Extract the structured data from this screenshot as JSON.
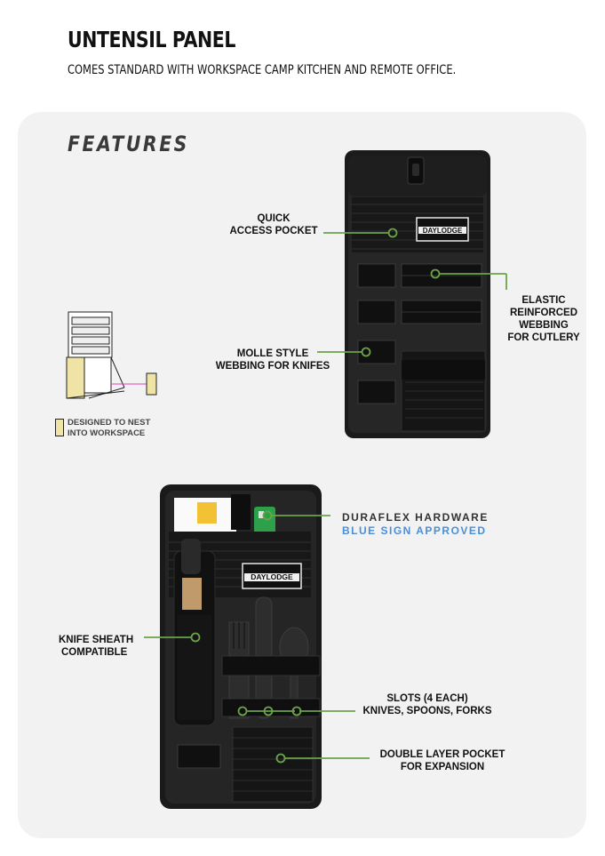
{
  "header": {
    "title": "UNTENSIL PANEL",
    "subtitle": "COMES STANDARD WITH WORKSPACE CAMP KITCHEN AND REMOTE OFFICE."
  },
  "features": {
    "heading": "FEATURES",
    "callouts": {
      "quick_access_line1": "QUICK",
      "quick_access_line2": "ACCESS POCKET",
      "elastic_line1": "ELASTIC",
      "elastic_line2": "REINFORCED",
      "elastic_line3": "WEBBING",
      "elastic_line4": "FOR CUTLERY",
      "molle_line1": "MOLLE STYLE",
      "molle_line2": "WEBBING FOR KNIFES",
      "duraflex_line1": "DURAFLEX HARDWARE",
      "duraflex_line2": "BLUE SIGN APPROVED",
      "sheath_line1": "KNIFE SHEATH",
      "sheath_line2": "COMPATIBLE",
      "slots_line1": "SLOTS (4 EACH)",
      "slots_line2": "KNIVES, SPOONS, FORKS",
      "pocket_line1": "DOUBLE LAYER POCKET",
      "pocket_line2": "FOR EXPANSION"
    },
    "legend": {
      "line1": "DESIGNED TO NEST",
      "line2": "INTO WORKSPACE"
    },
    "brand_label": "DAYLODGE",
    "colors": {
      "callout_line": "#6aa34a",
      "accent_blue": "#4a8fd8",
      "legend_swatch": "#efe3a6",
      "panel_bg": "#f2f2f2"
    }
  }
}
